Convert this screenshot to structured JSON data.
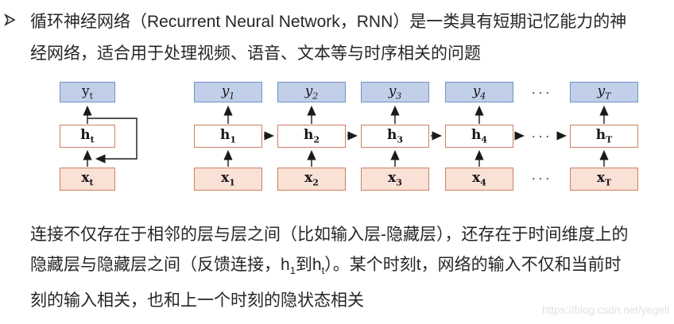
{
  "bullet": {
    "marker": "➢"
  },
  "intro": {
    "line1": "循环神经网络（Recurrent Neural Network，RNN）是一类具有短期记忆能力的神",
    "line2": "经网络，适合用于处理视频、语音、文本等与时序相关的问题"
  },
  "diagram": {
    "folded": {
      "y": {
        "base": "y",
        "sub": "t"
      },
      "h": {
        "base": "h",
        "sub": "t"
      },
      "x": {
        "base": "x",
        "sub": "t"
      }
    },
    "unrolled": {
      "columns": [
        {
          "y": {
            "base": "y",
            "sub": "1"
          },
          "h": {
            "base": "h",
            "sub": "1"
          },
          "x": {
            "base": "x",
            "sub": "1"
          }
        },
        {
          "y": {
            "base": "y",
            "sub": "2"
          },
          "h": {
            "base": "h",
            "sub": "2"
          },
          "x": {
            "base": "x",
            "sub": "2"
          }
        },
        {
          "y": {
            "base": "y",
            "sub": "3"
          },
          "h": {
            "base": "h",
            "sub": "3"
          },
          "x": {
            "base": "x",
            "sub": "3"
          }
        },
        {
          "y": {
            "base": "y",
            "sub": "4"
          },
          "h": {
            "base": "h",
            "sub": "4"
          },
          "x": {
            "base": "x",
            "sub": "4"
          }
        },
        {
          "y": {
            "base": "y",
            "sub": "T"
          },
          "h": {
            "base": "h",
            "sub": "T"
          },
          "x": {
            "base": "x",
            "sub": "T"
          }
        }
      ],
      "dots": "···"
    },
    "colors": {
      "output_fill": "#c2cfe9",
      "output_border": "#7292c4",
      "hidden_fill": "#ffffff",
      "hidden_border": "#cf7f61",
      "input_fill": "#f9e1d5",
      "input_border": "#cf7f61",
      "arrow": "#1a1a1a"
    }
  },
  "body": {
    "line1": "连接不仅存在于相邻的层与层之间（比如输入层-隐藏层），还存在于时间维度上的",
    "line2": {
      "p1": "隐藏层与隐藏层之间（反馈连接，h",
      "sub1": "1",
      "p2": "到h",
      "sub2": "t",
      "p3": "）。某个时刻t，网络的输入不仅和当前时"
    },
    "line3": "刻的输入相关，也和上一个时刻的隐状态相关"
  },
  "watermark": {
    "text": "https://blog.csdn.net/yegeli"
  }
}
